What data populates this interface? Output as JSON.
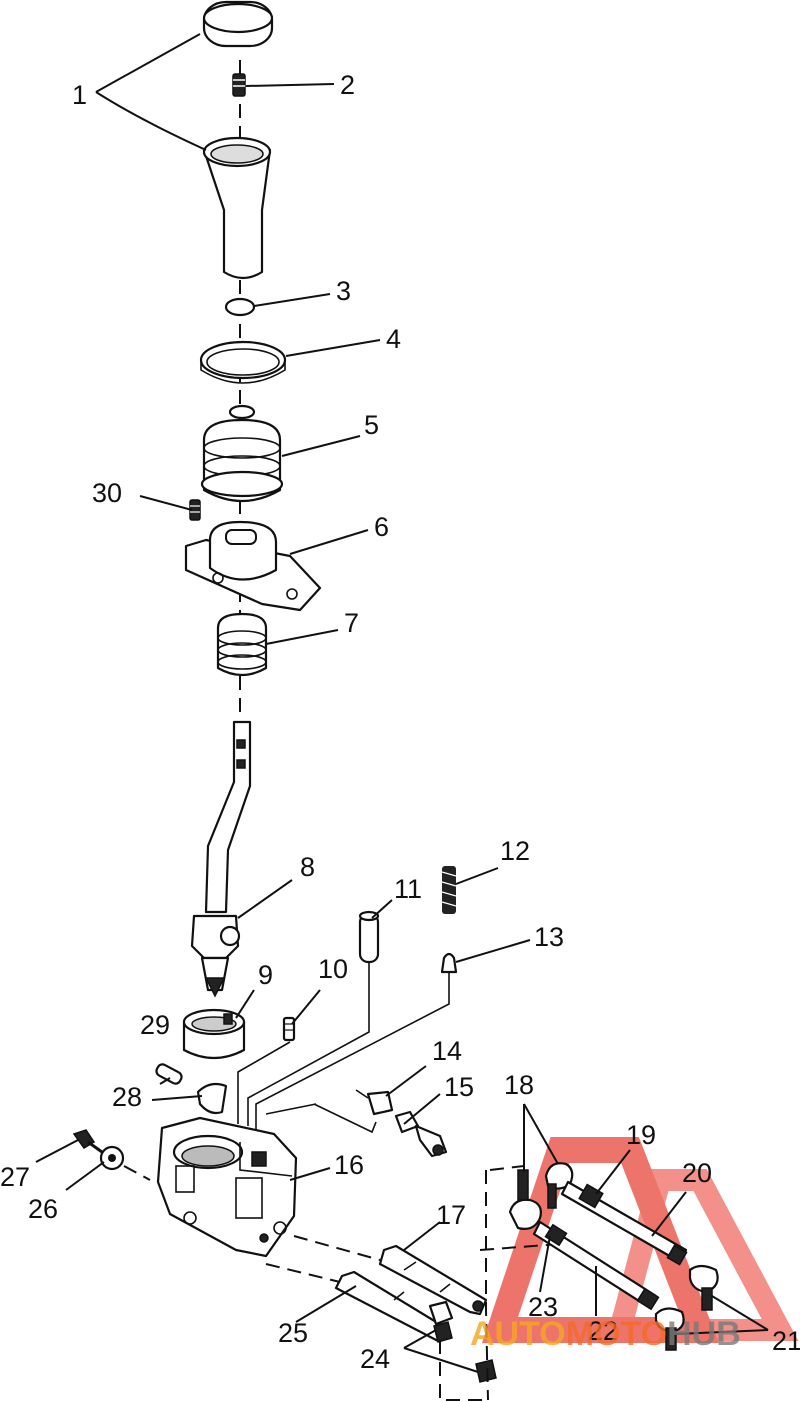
{
  "callouts": [
    "1",
    "2",
    "3",
    "4",
    "5",
    "6",
    "7",
    "8",
    "9",
    "10",
    "11",
    "12",
    "13",
    "14",
    "15",
    "16",
    "17",
    "18",
    "19",
    "20",
    "21",
    "22",
    "23",
    "24",
    "25",
    "26",
    "27",
    "28",
    "29",
    "30"
  ],
  "watermark": {
    "part_1": "AUTO",
    "part_2": "MOTO",
    "part_3": "HUB",
    "colors": {
      "triangle": "#e8463a",
      "auto": "#f5a623",
      "moto": "#f26b2a",
      "hub": "#7a7a7a"
    }
  }
}
